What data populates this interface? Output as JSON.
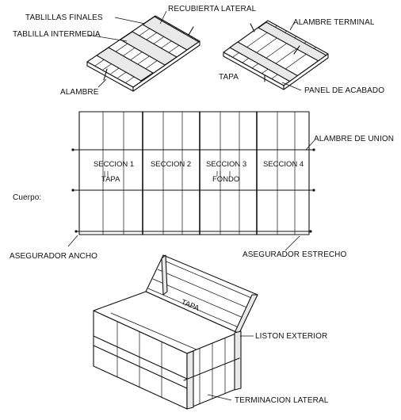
{
  "labels": {
    "tablillas_finales": "TABLILLAS FINALES",
    "recubierta_lateral": "RECUBIERTA LATERAL",
    "tablilla_intermedia": "TABLILLA INTERMEDIA",
    "alambre": "ALAMBRE",
    "alambre_terminal": "ALAMBRE TERMINAL",
    "tapa_top": "TAPA",
    "panel_de_acabado": "PANEL DE ACABADO",
    "alambre_de_union": "ALAMBRE DE UNION",
    "cuerpo": "Cuerpo:",
    "seccion_1": "SECCION 1",
    "seccion_2": "SECCION 2",
    "seccion_3": "SECCION 3",
    "seccion_4": "SECCION 4",
    "tapa_flat": "TAPA",
    "fondo": "FONDO",
    "asegurador_ancho": "ASEGURADOR ANCHO",
    "asegurador_estrecho": "ASEGURADOR ESTRECHO",
    "tapa_box": "TAPA",
    "liston_exterior": "LISTON EXTERIOR",
    "terminacion_lateral": "TERMINACION LATERAL"
  }
}
